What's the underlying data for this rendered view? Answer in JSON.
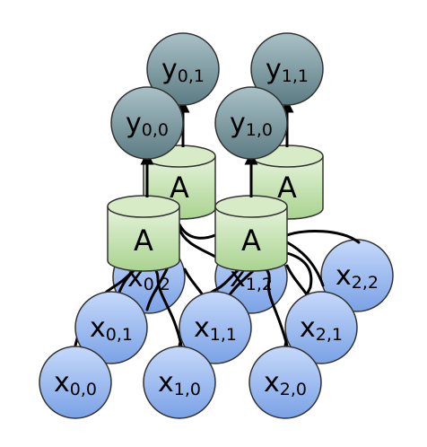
{
  "cell_label": "A",
  "colors": {
    "input_fill": "#8fb4ef",
    "output_fill": "#6e8e96",
    "cell_fill": "#c4e3b0",
    "stroke": "#222222"
  },
  "inputs": [
    {
      "base": "x",
      "sub": "0,0"
    },
    {
      "base": "x",
      "sub": "1,0"
    },
    {
      "base": "x",
      "sub": "2,0"
    },
    {
      "base": "x",
      "sub": "0,1"
    },
    {
      "base": "x",
      "sub": "1,1"
    },
    {
      "base": "x",
      "sub": "2,1"
    },
    {
      "base": "x",
      "sub": "0,2"
    },
    {
      "base": "x",
      "sub": "1,2"
    },
    {
      "base": "x",
      "sub": "2,2"
    }
  ],
  "outputs": [
    {
      "base": "y",
      "sub": "0,0"
    },
    {
      "base": "y",
      "sub": "1,0"
    },
    {
      "base": "y",
      "sub": "0,1"
    },
    {
      "base": "y",
      "sub": "1,1"
    }
  ],
  "cells": [
    "A",
    "A",
    "A",
    "A"
  ]
}
